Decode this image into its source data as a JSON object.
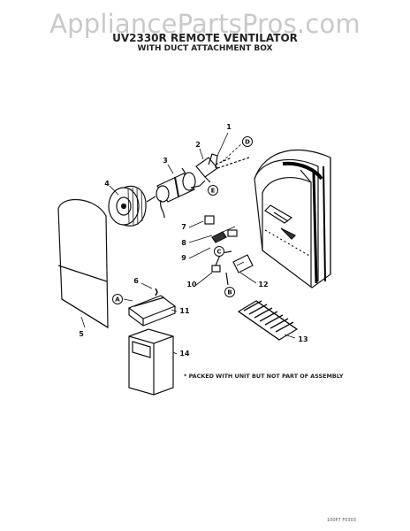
{
  "watermark": "AppliancePartsPros.com",
  "title": {
    "line1": "UV2330R REMOTE VENTILATOR",
    "line2": "WITH DUCT ATTACHMENT BOX"
  },
  "part_numbers": [
    "1",
    "2",
    "3",
    "4",
    "5",
    "6",
    "7",
    "8",
    "9",
    "10",
    "11",
    "12",
    "13",
    "14"
  ],
  "callouts": [
    "A",
    "B",
    "C",
    "D",
    "E"
  ],
  "note": "* PACKED WITH UNIT BUT NOT PART OF ASSEMBLY",
  "footer_code": "100P7 F0303"
}
